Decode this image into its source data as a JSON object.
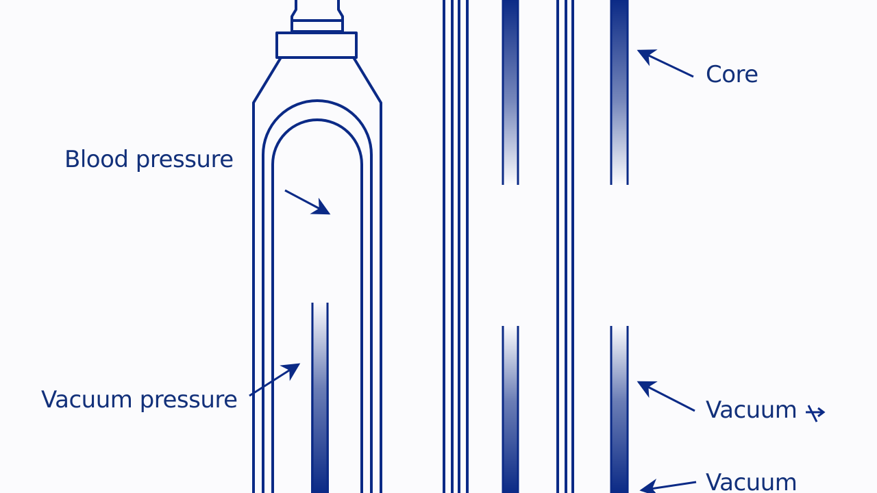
{
  "colors": {
    "background": "#fbfbfd",
    "ink": "#0b2a86",
    "label": "#12307a"
  },
  "labels": {
    "blood_pressure": "Blood pressure",
    "vacuum_pressure": "Vacuum pressure",
    "core": "Core",
    "vacuum_1": "Vacuum",
    "vacuum_2": "Vacuum"
  }
}
